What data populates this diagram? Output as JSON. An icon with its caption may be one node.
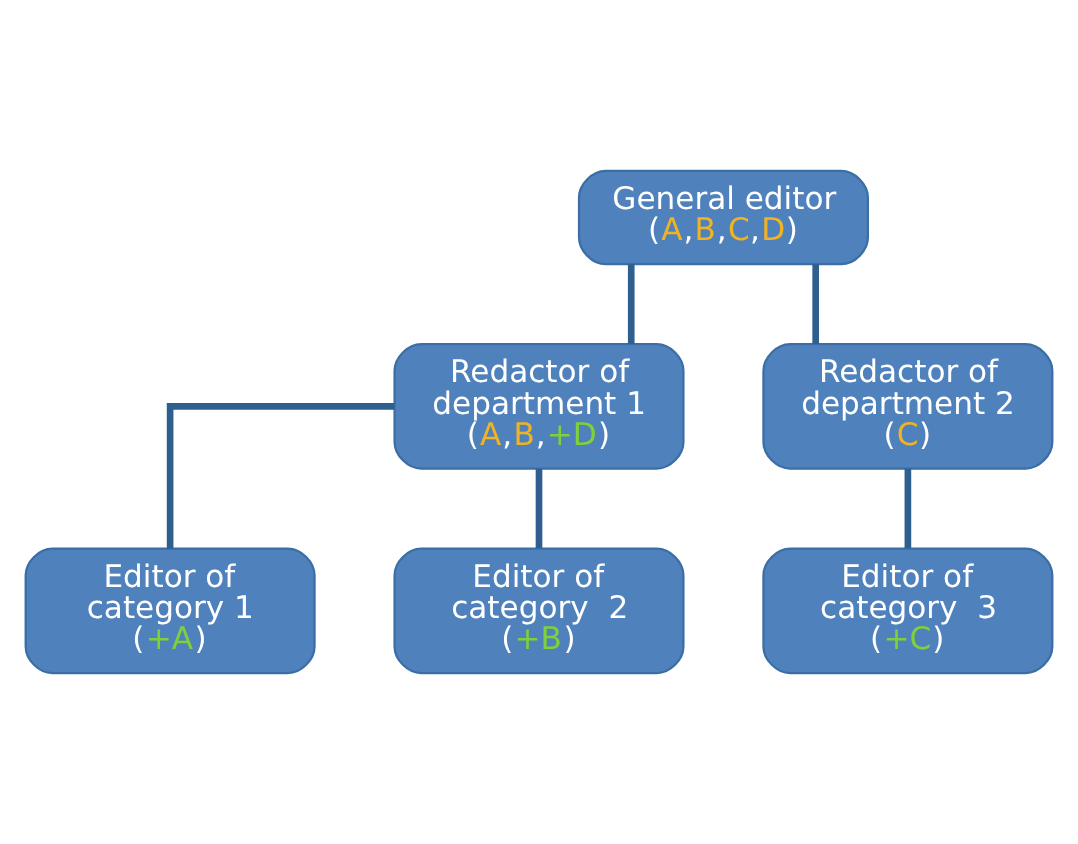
{
  "diagram": {
    "nodes": [
      {
        "text": [
          "General editor",
          "(A,B,C,D)"
        ]
      },
      {
        "text": [
          "Redactor of department 1",
          "(A,B,+D)"
        ]
      },
      {
        "text": [
          "Redactor of department 2",
          "(C)"
        ]
      },
      {
        "text": [
          "Editor of category 1",
          "(+A)"
        ]
      },
      {
        "text": [
          "Editor of category  2",
          "(+B)"
        ]
      },
      {
        "text": [
          "Editor of category  3",
          "(+C)"
        ]
      }
    ],
    "edges": [
      {
        "from": 0,
        "to": 1,
        "arrow": "none"
      },
      {
        "from": 0,
        "to": 2,
        "arrow": "none"
      },
      {
        "from": 1,
        "to": 3,
        "arrow": "none"
      },
      {
        "from": 1,
        "to": 4,
        "arrow": "none"
      },
      {
        "from": 2,
        "to": 5,
        "arrow": "none"
      }
    ]
  }
}
